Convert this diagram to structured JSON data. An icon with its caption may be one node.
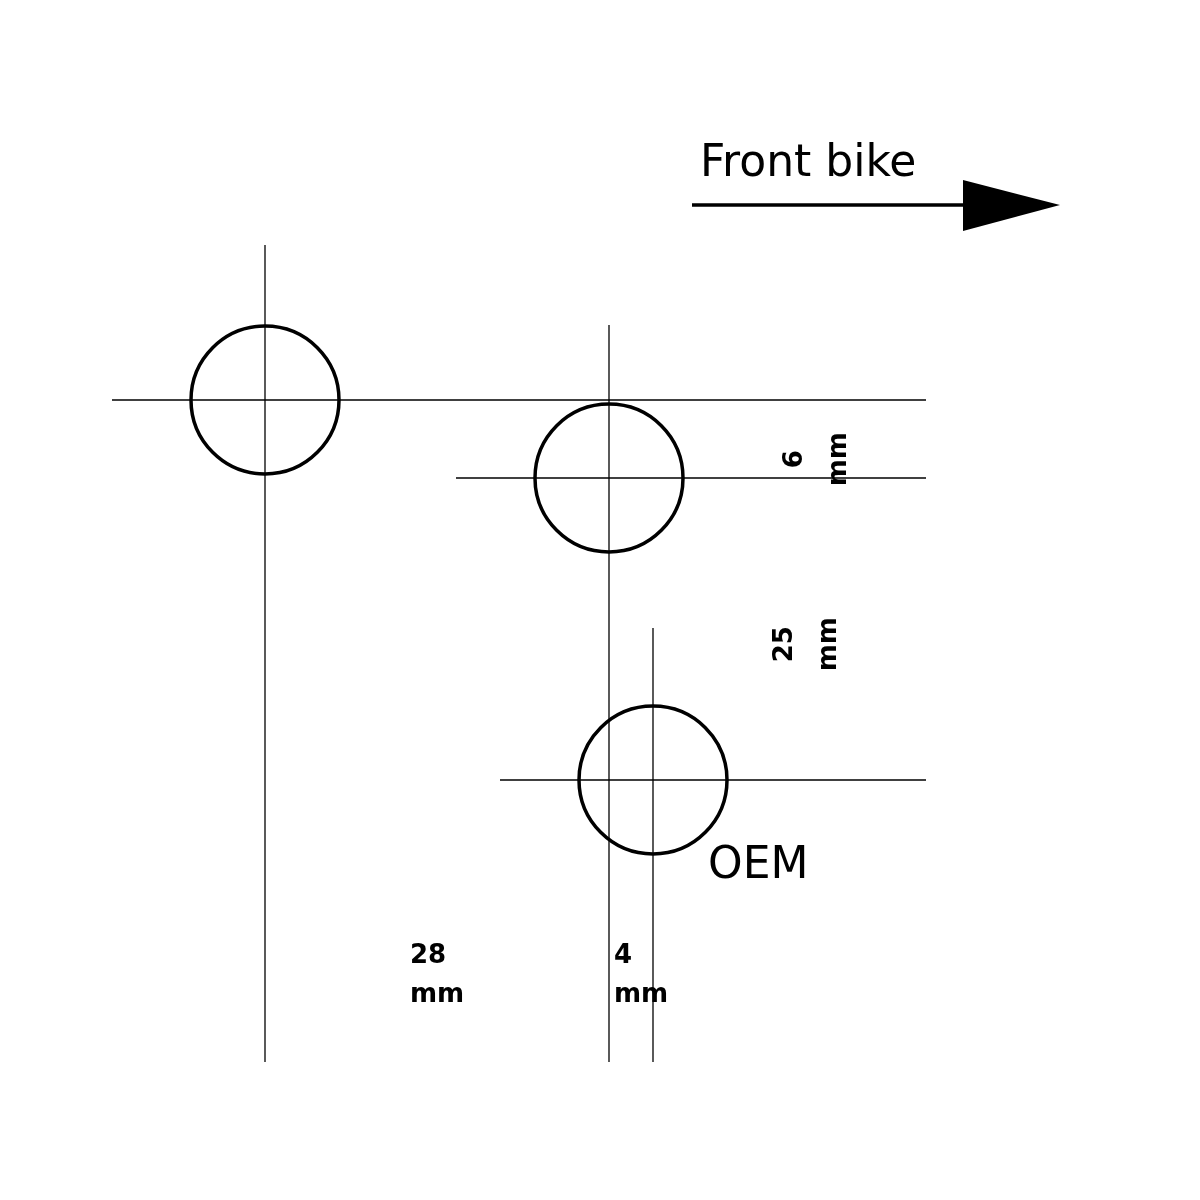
{
  "diagram": {
    "labels": [
      "Front bike",
      "6 mm",
      "25 mm",
      "OEM",
      "28 mm",
      "4 mm"
    ]
  }
}
